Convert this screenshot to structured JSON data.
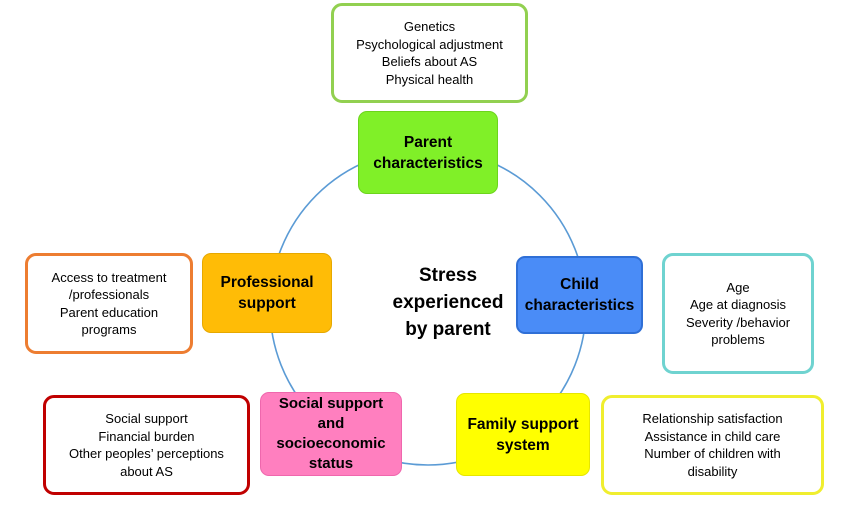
{
  "colors": {
    "ring": "#5b9bd5",
    "parent": "#80f028",
    "child": "#4a8cf7",
    "professional": "#ffbc06",
    "social": "#ff7fbf",
    "family": "#ffff00"
  },
  "center": {
    "lines": [
      "Stress",
      "experienced",
      "by parent"
    ]
  },
  "factors": {
    "parent": {
      "label_lines": [
        "Parent",
        "characteristics"
      ],
      "details": [
        "Genetics",
        "Psychological adjustment",
        "Beliefs about AS",
        "Physical health"
      ]
    },
    "child": {
      "label_lines": [
        "Child",
        "characteristics"
      ],
      "details": [
        "Age",
        "Age at diagnosis",
        "Severity /behavior",
        "problems"
      ]
    },
    "professional": {
      "label_lines": [
        "Professional",
        "support"
      ],
      "details": [
        "Access to treatment",
        "/professionals",
        "Parent education",
        "programs"
      ]
    },
    "social": {
      "label_lines": [
        "Social support",
        "and",
        "socioeconomic",
        "status"
      ],
      "details": [
        "Social support",
        "Financial burden",
        "Other peoples’ perceptions",
        "about AS"
      ]
    },
    "family": {
      "label_lines": [
        "Family support",
        "system"
      ],
      "details": [
        "Relationship satisfaction",
        "Assistance in child care",
        "Number of children with",
        "disability"
      ]
    }
  }
}
